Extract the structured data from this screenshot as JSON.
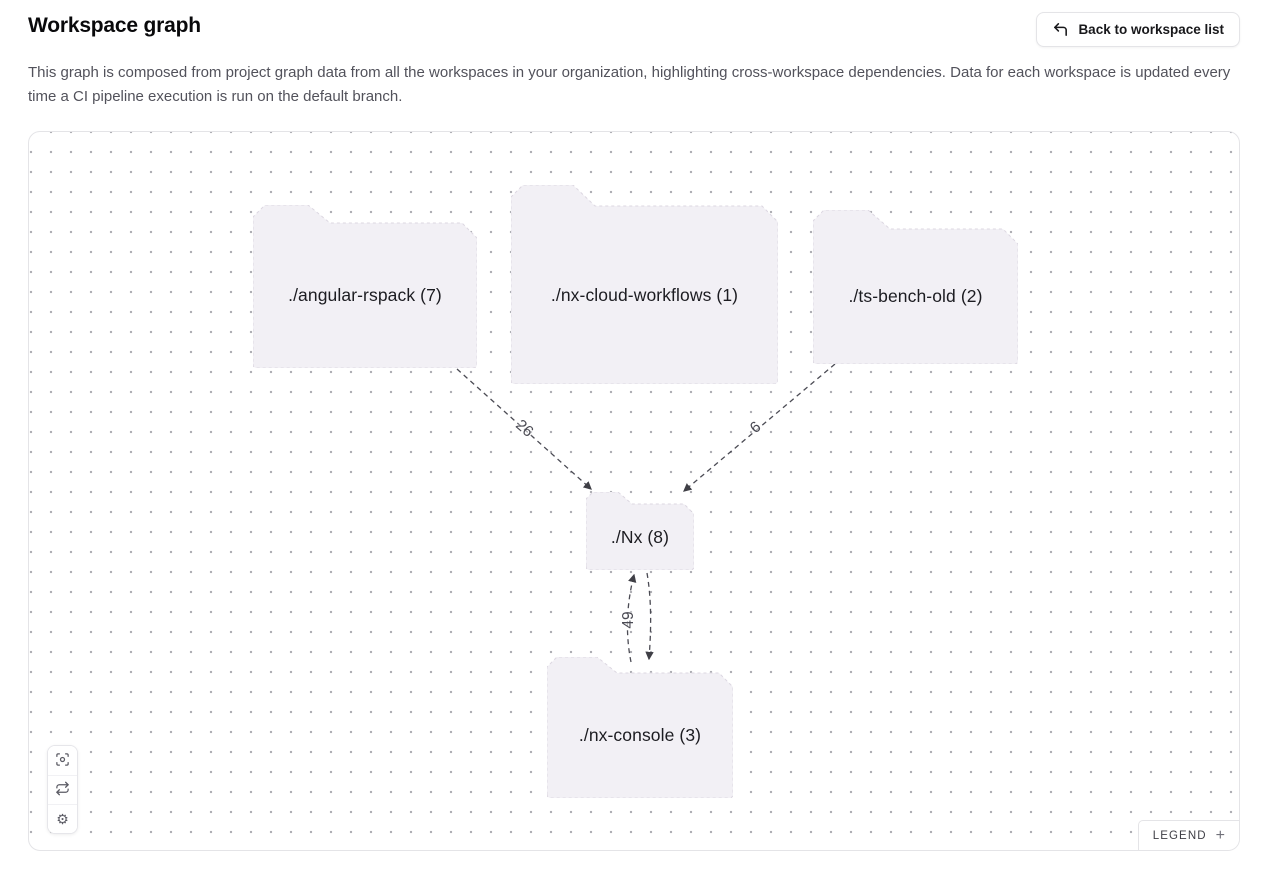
{
  "header": {
    "title": "Workspace graph",
    "back_button_label": "Back to workspace list",
    "description": "This graph is composed from project graph data from all the workspaces in your organization, highlighting cross-workspace dependencies. Data for each workspace is updated every time a CI pipeline execution is run on the default branch."
  },
  "graph": {
    "nodes": [
      {
        "id": "angular-rspack",
        "label": "./angular-rspack (7)"
      },
      {
        "id": "nx-cloud-workflows",
        "label": "./nx-cloud-workflows (1)"
      },
      {
        "id": "ts-bench-old",
        "label": "./ts-bench-old (2)"
      },
      {
        "id": "nx",
        "label": "./Nx (8)"
      },
      {
        "id": "nx-console",
        "label": "./nx-console (3)"
      }
    ],
    "edges": [
      {
        "from": "./angular-rspack",
        "to": "./Nx",
        "count": "26",
        "style": "dashed"
      },
      {
        "from": "./ts-bench-old",
        "to": "./Nx",
        "count": "6",
        "style": "dashed"
      },
      {
        "from": "./nx-console",
        "to": "./Nx",
        "count": "49",
        "style": "dashed",
        "bidirectional": true
      }
    ],
    "controls": {
      "fit_view": "fit-view",
      "refresh": "refresh",
      "settings": "settings",
      "settings_glyph": "⚙"
    },
    "legend": {
      "label": "LEGEND",
      "expand_glyph": "+"
    }
  },
  "colors": {
    "node_fill": "#f2f0f5",
    "node_border": "#dcd7e1",
    "edge": "#4b4b54",
    "panel_border": "#e4e4e7",
    "dot_grid": "#aeaeb4",
    "text_primary": "#18181b",
    "text_secondary": "#52525b"
  }
}
